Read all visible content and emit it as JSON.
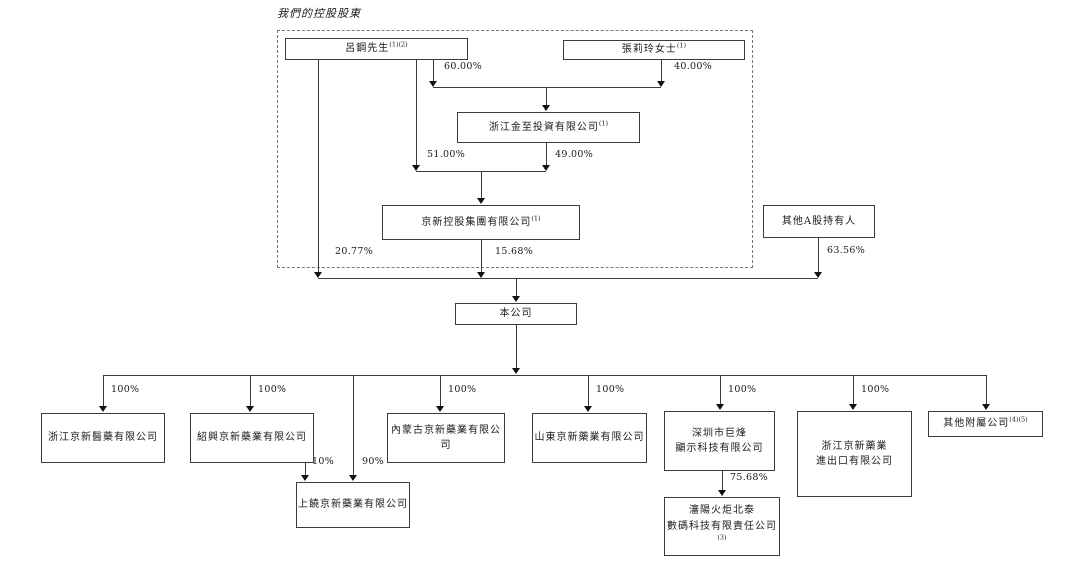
{
  "diagram": {
    "title": "我們的控股股東",
    "line_color": "#3c3c3c",
    "percent": {
      "p60": "60.00%",
      "p40": "40.00%",
      "p51": "51.00%",
      "p49": "49.00%",
      "p20_77": "20.77%",
      "p15_68": "15.68%",
      "p63_56": "63.56%",
      "p100": "100%",
      "p10": "10%",
      "p90": "90%",
      "p75_68": "75.68%"
    },
    "nodes": {
      "lv_gang": {
        "label": "呂鋼先生",
        "note": "(1)(2)"
      },
      "zhang_liling": {
        "label": "張莉玲女士",
        "note": "(1)"
      },
      "zhejiang_jinzhi": {
        "label": "浙江金至投資有限公司",
        "note": "(1)"
      },
      "jingxin_holding": {
        "label": "京新控股集團有限公司",
        "note": "(1)"
      },
      "other_a_shareholders": {
        "label": "其他A股持有人"
      },
      "the_company": {
        "label": "本公司"
      },
      "zhejiang_jingxin_yiyao": {
        "label": "浙江京新醫藥有限公司"
      },
      "shaoxing_jingxin": {
        "label": "紹興京新藥業有限公司"
      },
      "shangrao_jingxin": {
        "label": "上饒京新藥業有限公司"
      },
      "neimenggu_jingxin": {
        "label": "內蒙古京新藥業有限公司"
      },
      "shandong_jingxin": {
        "label": "山東京新藥業有限公司"
      },
      "shenzhen_jufeng": {
        "line1": "深圳市巨烽",
        "line2": "顯示科技有限公司"
      },
      "shenyang_huoju": {
        "line1": "瀋陽火炬北泰",
        "line2": "數碼科技有限責任公司",
        "note": "(3)"
      },
      "jingxin_import_export": {
        "line1": "浙江京新藥業",
        "line2": "進出口有限公司"
      },
      "other_subsidiaries": {
        "label": "其他附屬公司",
        "note": "(4)(5)"
      }
    }
  }
}
